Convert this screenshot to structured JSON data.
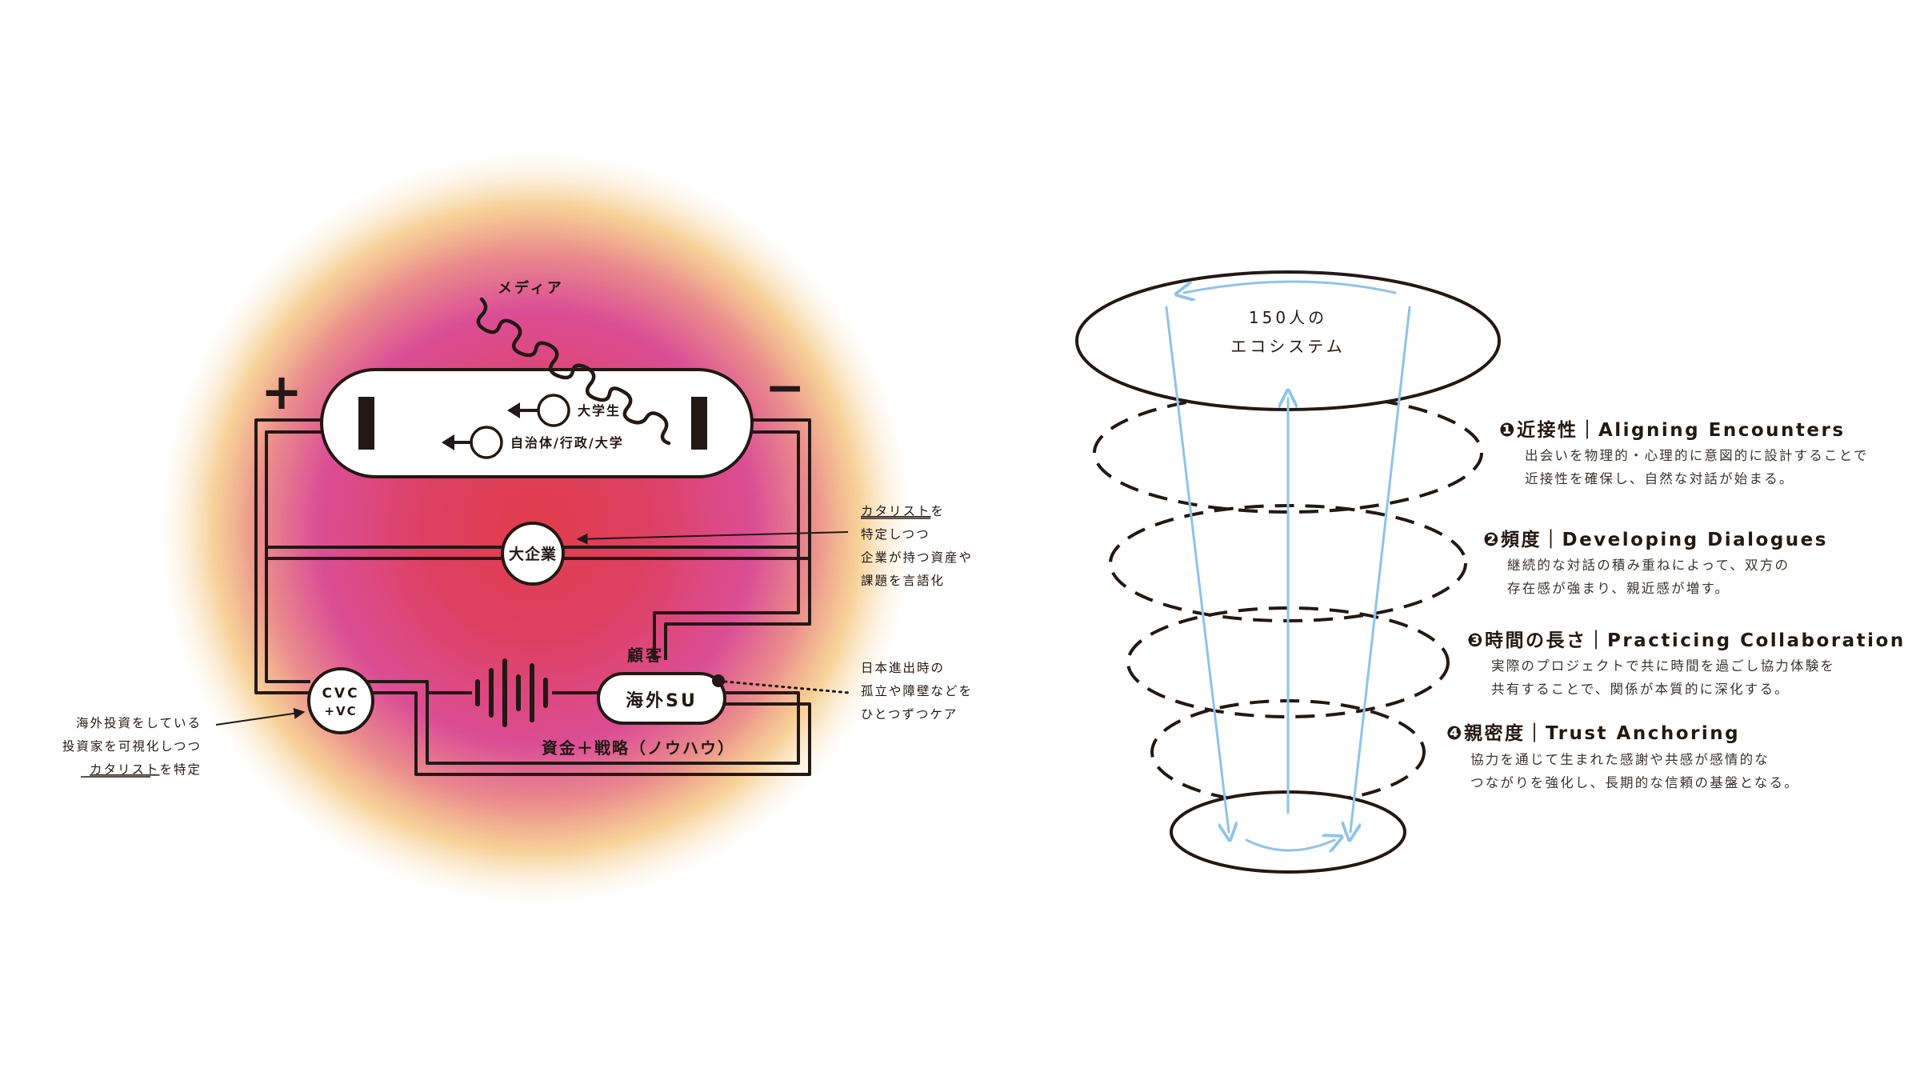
{
  "circuit": {
    "media_label": "メディア",
    "plus_sign": "+",
    "minus_sign": "−",
    "student_label": "大学生",
    "government_label": "自治体/行政/大学",
    "enterprise_label": "大企業",
    "customer_label": "顧客",
    "overseas_su_label": "海外SU",
    "cvc_label": "CVC",
    "vc_label": "+VC",
    "funding_label": "資金＋戦略（ノウハウ）",
    "catalyst_note": {
      "line1_underlined": "カタリスト",
      "line1_rest": "を",
      "line2": "特定しつつ",
      "line3": "企業が持つ資産や",
      "line4": "課題を言語化"
    },
    "care_note": {
      "line1": "日本進出時の",
      "line2": "孤立や障壁などを",
      "line3": "ひとつずつケア"
    },
    "investor_note": {
      "line1": "海外投資をしている",
      "line2": "投資家を可視化しつつ",
      "line3_underlined": "カタリスト",
      "line3_rest": "を特定"
    }
  },
  "funnel": {
    "top_label_line1": "150人の",
    "top_label_line2": "エコシステム",
    "layers": [
      {
        "number": "❶",
        "title": "近接性｜Aligning Encounters",
        "desc_line1": "出会いを物理的・心理的に意図的に設計することで",
        "desc_line2": "近接性を確保し、自然な対話が始まる。"
      },
      {
        "number": "❷",
        "title": "頻度｜Developing Dialogues",
        "desc_line1": "継続的な対話の積み重ねによって、双方の",
        "desc_line2": "存在感が強まり、親近感が増す。"
      },
      {
        "number": "❸",
        "title": "時間の長さ｜Practicing Collaboration",
        "desc_line1": "実際のプロジェクトで共に時間を過ごし協力体験を",
        "desc_line2": "共有することで、関係が本質的に深化する。"
      },
      {
        "number": "❹",
        "title": "親密度｜Trust Anchoring",
        "desc_line1": "協力を通じて生まれた感謝や共感が感情的な",
        "desc_line2": "つながりを強化し、長期的な信頼の基盤となる。"
      }
    ]
  },
  "colors": {
    "ink": "#231815",
    "glow_center": "#e03c4a",
    "glow_mid": "#dc4a8c",
    "glow_outer": "#f3c276",
    "arrow_blue": "#8ec3ea"
  }
}
